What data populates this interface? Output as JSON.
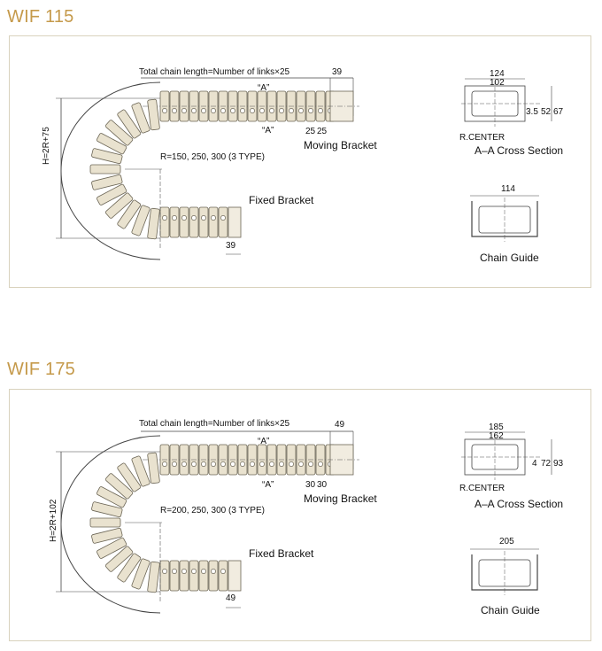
{
  "sections": [
    {
      "title": "WIF 115",
      "total_length": "Total chain length=Number of links×25",
      "top_dim": "39",
      "a_top": "“A”",
      "a_bottom": "“A”",
      "pitch_a": "25",
      "pitch_b": "25",
      "moving_bracket": "Moving Bracket",
      "radius": "R=150, 250, 300 (3 TYPE)",
      "height": "H=2R+75",
      "fixed_bracket": "Fixed Bracket",
      "bottom_dim": "39",
      "cs_outer": "124",
      "cs_inner": "102",
      "cs_gap": "3.5",
      "cs_h_inner": "52",
      "cs_h_outer": "67",
      "r_center": "R.CENTER",
      "cross_section": "A–A Cross Section",
      "guide_width": "114",
      "chain_guide": "Chain Guide"
    },
    {
      "title": "WIF 175",
      "total_length": "Total chain length=Number of links×25",
      "top_dim": "49",
      "a_top": "“A”",
      "a_bottom": "“A”",
      "pitch_a": "30",
      "pitch_b": "30",
      "moving_bracket": "Moving Bracket",
      "radius": "R=200, 250, 300 (3 TYPE)",
      "height": "H=2R+102",
      "fixed_bracket": "Fixed Bracket",
      "bottom_dim": "49",
      "cs_outer": "185",
      "cs_inner": "162",
      "cs_gap": "4",
      "cs_h_inner": "72",
      "cs_h_outer": "93",
      "r_center": "R.CENTER",
      "cross_section": "A–A Cross Section",
      "guide_width": "205",
      "chain_guide": "Chain Guide"
    }
  ],
  "colors": {
    "title": "#c59a4b",
    "chain_fill": "#e9e2cf",
    "chain_stroke": "#6b6555",
    "border": "#d9d2bd"
  }
}
